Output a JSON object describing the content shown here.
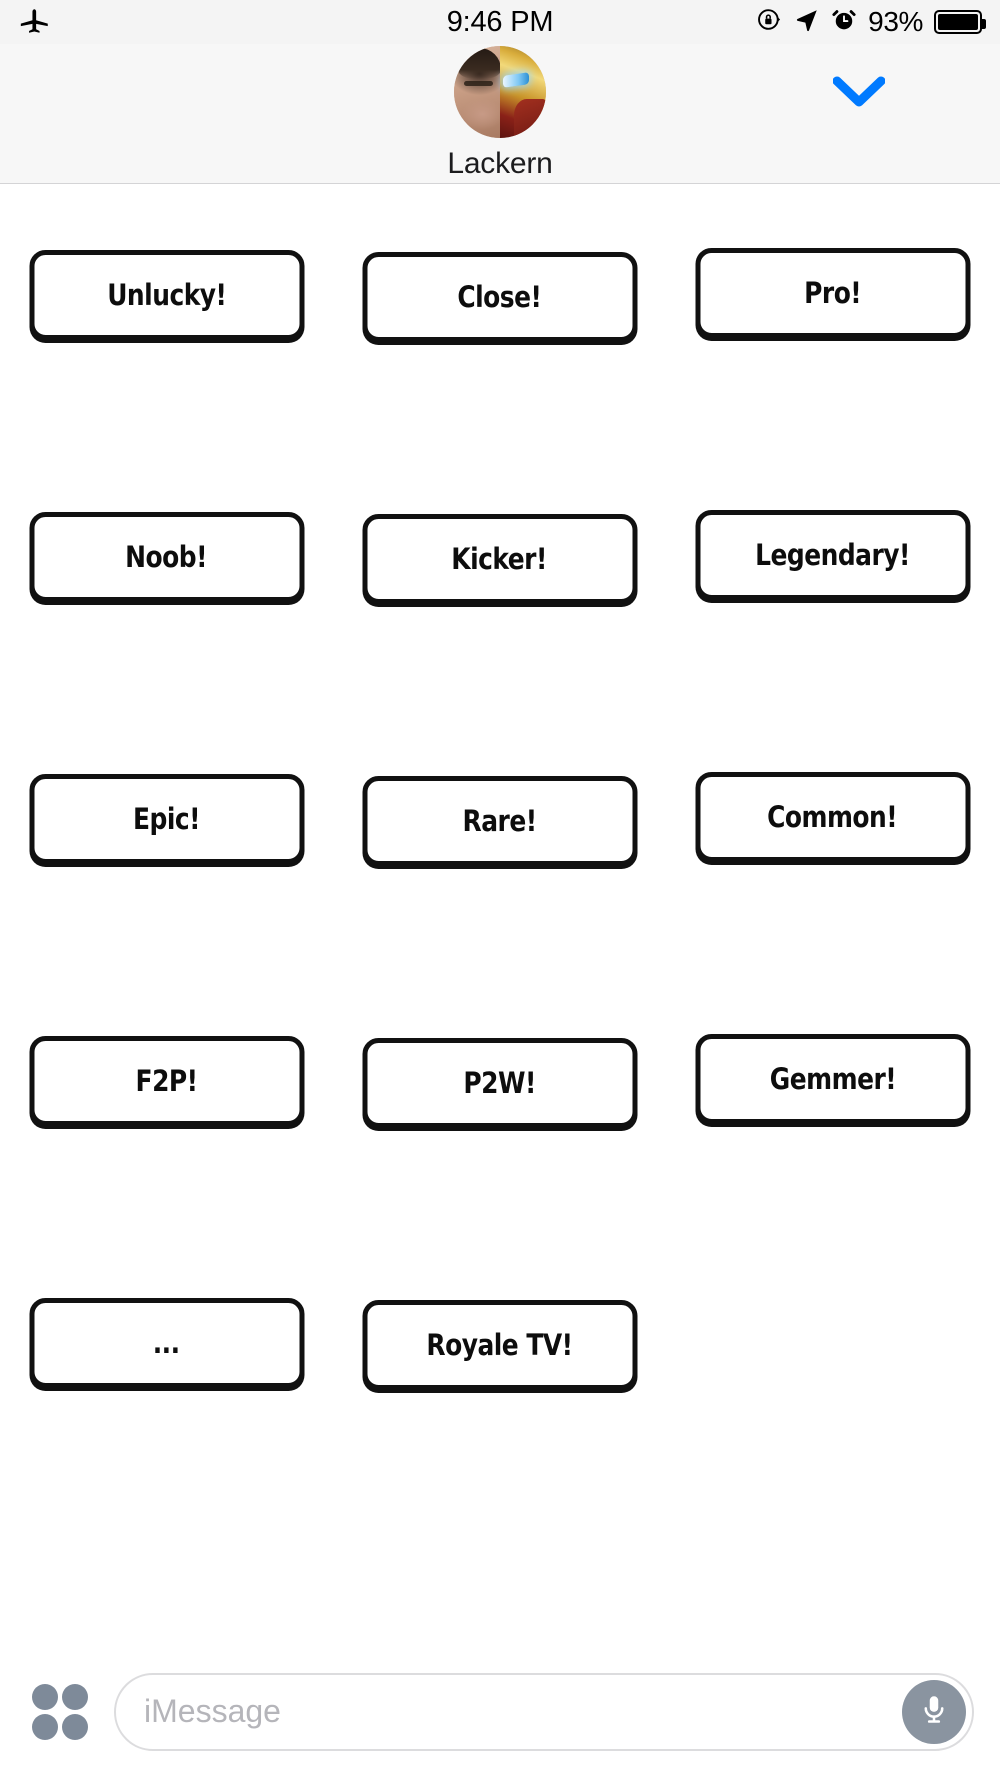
{
  "status_bar": {
    "airplane_icon": "airplane-icon",
    "time": "9:46 PM",
    "rotation_lock_icon": "rotation-lock-icon",
    "location_icon": "location-arrow-icon",
    "alarm_icon": "alarm-clock-icon",
    "battery_percent": "93%",
    "battery_icon": "battery-full-icon"
  },
  "header": {
    "contact_name": "Lackern",
    "avatar_name": "avatar",
    "collapse_icon": "chevron-down-icon",
    "accent_color": "#007AFF",
    "background_color": "#F7F7F7"
  },
  "sticker_pack": {
    "rows": [
      [
        {
          "label": "Unlucky!",
          "name": "sticker-unlucky"
        },
        {
          "label": "Close!",
          "name": "sticker-close"
        },
        {
          "label": "Pro!",
          "name": "sticker-pro"
        }
      ],
      [
        {
          "label": "Noob!",
          "name": "sticker-noob"
        },
        {
          "label": "Kicker!",
          "name": "sticker-kicker"
        },
        {
          "label": "Legendary!",
          "name": "sticker-legendary"
        }
      ],
      [
        {
          "label": "Epic!",
          "name": "sticker-epic"
        },
        {
          "label": "Rare!",
          "name": "sticker-rare"
        },
        {
          "label": "Common!",
          "name": "sticker-common"
        }
      ],
      [
        {
          "label": "F2P!",
          "name": "sticker-f2p"
        },
        {
          "label": "P2W!",
          "name": "sticker-p2w"
        },
        {
          "label": "Gemmer!",
          "name": "sticker-gemmer"
        }
      ],
      [
        {
          "label": "...",
          "name": "sticker-ellipsis"
        },
        {
          "label": "Royale TV!",
          "name": "sticker-royale-tv"
        },
        {
          "label": "",
          "name": "sticker-empty"
        }
      ]
    ],
    "border_color": "#111111",
    "text_color": "#0D0D0D",
    "background_color": "#FFFFFF"
  },
  "compose_bar": {
    "apps_icon": "app-grid-icon",
    "input_value": "",
    "input_placeholder": "iMessage",
    "mic_icon": "microphone-icon",
    "mic_background": "#8A94A0"
  }
}
